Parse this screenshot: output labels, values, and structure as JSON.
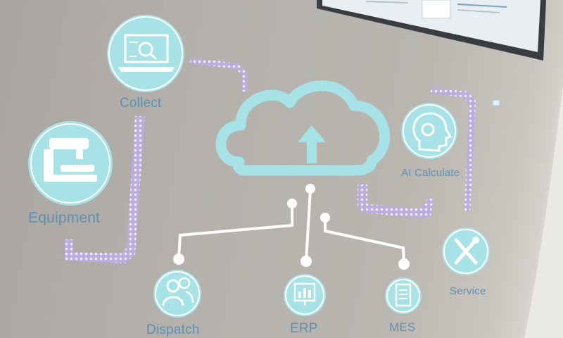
{
  "scene": {
    "description_colors": {
      "accent": "#a7e2e6",
      "label": "#5f8fb0",
      "led": "#cfc6ee",
      "wall": "#b4b1ac"
    }
  },
  "labels": {
    "collect": "Collect",
    "equipment": "Equipment",
    "ai_calculate": "AI Calculate",
    "service": "Service",
    "dispatch": "Dispatch",
    "erp": "ERP",
    "mes": "MES"
  },
  "icons": {
    "cloud": "cloud-upload-icon",
    "collect": "laptop-search-icon",
    "equipment": "machine-tool-icon",
    "ai": "brain-gear-icon",
    "service": "tools-icon",
    "dispatch": "people-icon",
    "erp": "chart-monitor-icon",
    "mes": "document-icon"
  }
}
